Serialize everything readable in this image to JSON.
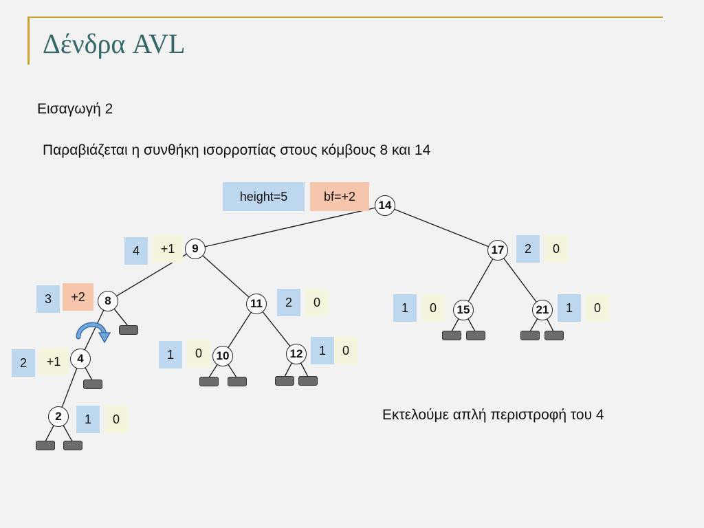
{
  "slide": {
    "title": "Δένδρα AVL",
    "subtitle": "Εισαγωγή 2",
    "violation_text": "Παραβιάζεται η συνθήκη ισορροπίας στους κόμβους 8 και 14",
    "action_text": "Εκτελούμε απλή περιστροφή του 4"
  },
  "root_labels": {
    "height": "height=5",
    "bf": "bf=+2"
  },
  "nodes": [
    {
      "id": "14",
      "label": "14",
      "height": "",
      "bf": ""
    },
    {
      "id": "9",
      "label": "9",
      "height": "4",
      "bf": "+1"
    },
    {
      "id": "17",
      "label": "17",
      "height": "2",
      "bf": "0"
    },
    {
      "id": "8",
      "label": "8",
      "height": "3",
      "bf": "+2",
      "violation": true
    },
    {
      "id": "11",
      "label": "11",
      "height": "2",
      "bf": "0"
    },
    {
      "id": "15",
      "label": "15",
      "height": "1",
      "bf": "0"
    },
    {
      "id": "21",
      "label": "21",
      "height": "1",
      "bf": "0"
    },
    {
      "id": "4",
      "label": "4",
      "height": "2",
      "bf": "+1"
    },
    {
      "id": "10",
      "label": "10",
      "height": "1",
      "bf": "0"
    },
    {
      "id": "12",
      "label": "12",
      "height": "1",
      "bf": "0"
    },
    {
      "id": "2",
      "label": "2",
      "height": "1",
      "bf": "0"
    }
  ],
  "colors": {
    "title": "#336666",
    "accent": "#c9a227",
    "height_box": "#bdd7ee",
    "bf_box": "#f4f4dc",
    "violation_box": "#f5c6ab",
    "arrow": "#6fa8dc"
  }
}
